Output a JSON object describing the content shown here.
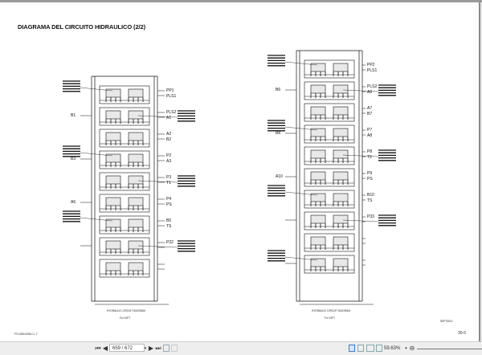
{
  "document": {
    "title": "DIAGRAMA DEL CIRCUITO HIDRAULICO (2/2)",
    "footer_left": "PC450/450LC-7",
    "page_label": "30-5",
    "diagram_ref": "SEPT0012",
    "left_diagram": {
      "caption": "HYDRAULIC CIRCUIT DIAGRAM",
      "subcaption": "For 10FT",
      "ports": [
        "PP1",
        "PLS1",
        "PLS2",
        "A1",
        "B1",
        "A2",
        "B2",
        "P2",
        "A3",
        "B3",
        "P3",
        "T1",
        "P4",
        "PS",
        "A5",
        "B5",
        "TS",
        "P22"
      ]
    },
    "right_diagram": {
      "caption": "HYDRAULIC CIRCUIT DIAGRAM",
      "subcaption": "For 10FT",
      "ports": [
        "PP2",
        "PLS1",
        "PLS2",
        "A6",
        "B6",
        "A7",
        "B7",
        "P7",
        "A8",
        "B8",
        "P8",
        "T2",
        "P9",
        "PS",
        "A10",
        "B10",
        "TS",
        "P33"
      ]
    }
  },
  "toolbar": {
    "first_icon": "⏮",
    "prev_icon": "◀",
    "page_value": "659 / 672",
    "next_icon": "▶",
    "last_icon": "⏭",
    "zoom_value": "59.63%",
    "zoom_out_icon": "⊖"
  }
}
